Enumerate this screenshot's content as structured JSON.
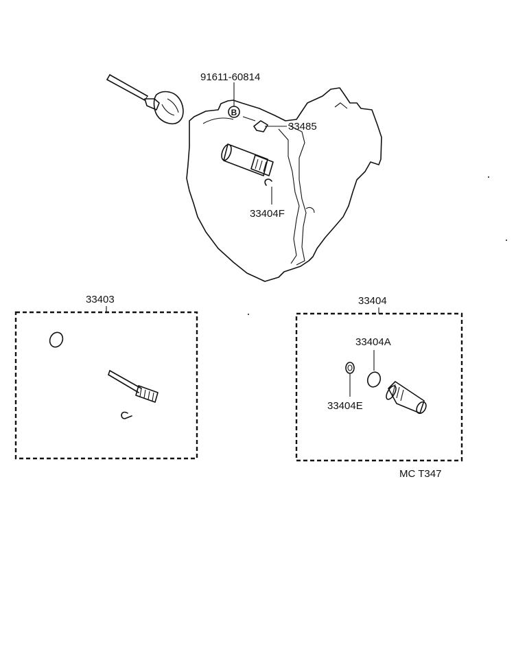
{
  "labels": {
    "bolt": "91611-60814",
    "bolt_marker": "B",
    "lock_plate": "33485",
    "oring_top": "33404F",
    "kit_left": "33403",
    "kit_right": "33404",
    "oring_a": "33404A",
    "part_e": "33404E",
    "figure_code": "MC  T347"
  }
}
